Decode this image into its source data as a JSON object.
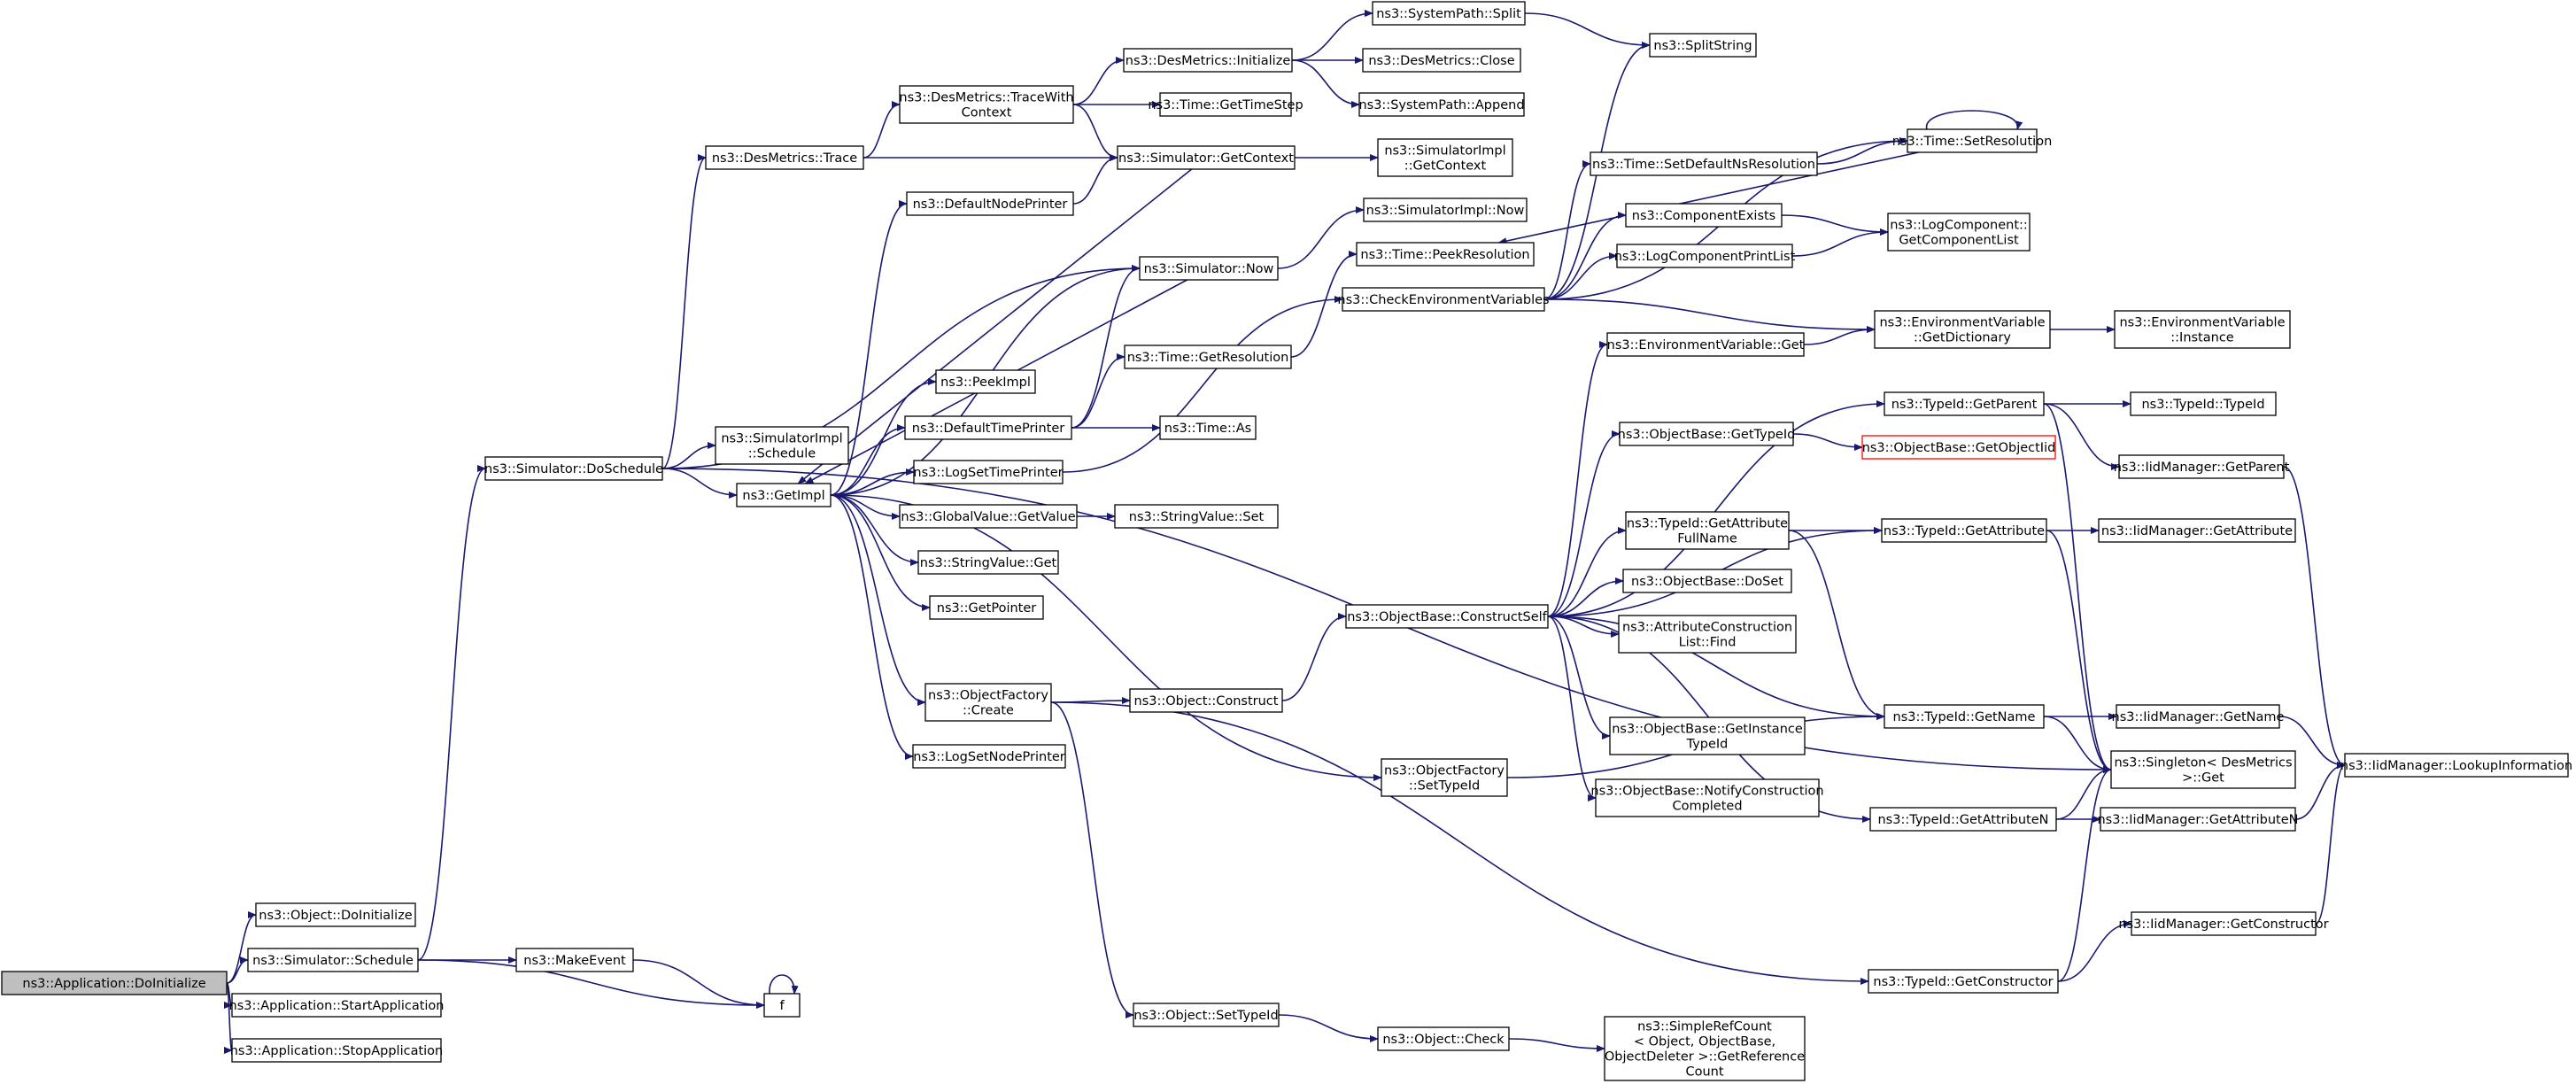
{
  "diagram": {
    "type": "call-graph",
    "nodes": [
      {
        "id": "app_doinit",
        "lines": [
          "ns3::Application::DoInitialize"
        ],
        "style": "root"
      },
      {
        "id": "obj_doinit",
        "lines": [
          "ns3::Object::DoInitialize"
        ]
      },
      {
        "id": "sim_schedule",
        "lines": [
          "ns3::Simulator::Schedule"
        ]
      },
      {
        "id": "app_start",
        "lines": [
          "ns3::Application::StartApplication"
        ]
      },
      {
        "id": "app_stop",
        "lines": [
          "ns3::Application::StopApplication"
        ]
      },
      {
        "id": "sim_dosched",
        "lines": [
          "ns3::Simulator::DoSchedule"
        ]
      },
      {
        "id": "makeevent",
        "lines": [
          "ns3::MakeEvent"
        ]
      },
      {
        "id": "f",
        "lines": [
          "f"
        ]
      },
      {
        "id": "desm_trace",
        "lines": [
          "ns3::DesMetrics::Trace"
        ]
      },
      {
        "id": "simimpl_sched",
        "lines": [
          "ns3::SimulatorImpl",
          "::Schedule"
        ]
      },
      {
        "id": "getimpl",
        "lines": [
          "ns3::GetImpl"
        ]
      },
      {
        "id": "desm_tracewith",
        "lines": [
          "ns3::DesMetrics::TraceWith",
          "Context"
        ]
      },
      {
        "id": "defnodeprinter",
        "lines": [
          "ns3::DefaultNodePrinter"
        ]
      },
      {
        "id": "sim_now",
        "lines": [
          "ns3::Simulator::Now"
        ]
      },
      {
        "id": "peekimpl",
        "lines": [
          "ns3::PeekImpl"
        ]
      },
      {
        "id": "deftimeprinter",
        "lines": [
          "ns3::DefaultTimePrinter"
        ]
      },
      {
        "id": "logsettimeprinter",
        "lines": [
          "ns3::LogSetTimePrinter"
        ]
      },
      {
        "id": "gv_getvalue",
        "lines": [
          "ns3::GlobalValue::GetValue"
        ]
      },
      {
        "id": "sv_get",
        "lines": [
          "ns3::StringValue::Get"
        ]
      },
      {
        "id": "getpointer",
        "lines": [
          "ns3::GetPointer"
        ]
      },
      {
        "id": "of_create",
        "lines": [
          "ns3::ObjectFactory",
          "::Create"
        ]
      },
      {
        "id": "logsetnodeprinter",
        "lines": [
          "ns3::LogSetNodePrinter"
        ]
      },
      {
        "id": "desm_init",
        "lines": [
          "ns3::DesMetrics::Initialize"
        ]
      },
      {
        "id": "time_gettimestep",
        "lines": [
          "ns3::Time::GetTimeStep"
        ]
      },
      {
        "id": "sim_getcontext",
        "lines": [
          "ns3::Simulator::GetContext"
        ]
      },
      {
        "id": "time_getres",
        "lines": [
          "ns3::Time::GetResolution"
        ]
      },
      {
        "id": "time_as",
        "lines": [
          "ns3::Time::As"
        ]
      },
      {
        "id": "sv_set",
        "lines": [
          "ns3::StringValue::Set"
        ]
      },
      {
        "id": "obj_construct",
        "lines": [
          "ns3::Object::Construct"
        ]
      },
      {
        "id": "obj_settypeid",
        "lines": [
          "ns3::Object::SetTypeId"
        ]
      },
      {
        "id": "sp_split",
        "lines": [
          "ns3::SystemPath::Split"
        ]
      },
      {
        "id": "desm_close",
        "lines": [
          "ns3::DesMetrics::Close"
        ]
      },
      {
        "id": "sp_append",
        "lines": [
          "ns3::SystemPath::Append"
        ]
      },
      {
        "id": "simimpl_getctx",
        "lines": [
          "ns3::SimulatorImpl",
          "::GetContext"
        ]
      },
      {
        "id": "simimpl_now",
        "lines": [
          "ns3::SimulatorImpl::Now"
        ]
      },
      {
        "id": "time_peekres",
        "lines": [
          "ns3::Time::PeekResolution"
        ]
      },
      {
        "id": "checkenv",
        "lines": [
          "ns3::CheckEnvironmentVariables"
        ]
      },
      {
        "id": "ob_constructself",
        "lines": [
          "ns3::ObjectBase::ConstructSelf"
        ]
      },
      {
        "id": "of_settypeid",
        "lines": [
          "ns3::ObjectFactory",
          "::SetTypeId"
        ]
      },
      {
        "id": "obj_check",
        "lines": [
          "ns3::Object::Check"
        ]
      },
      {
        "id": "splitstring",
        "lines": [
          "ns3::SplitString"
        ]
      },
      {
        "id": "time_setdefres",
        "lines": [
          "ns3::Time::SetDefaultNsResolution"
        ]
      },
      {
        "id": "compexists",
        "lines": [
          "ns3::ComponentExists"
        ]
      },
      {
        "id": "logcompprintlist",
        "lines": [
          "ns3::LogComponentPrintList"
        ]
      },
      {
        "id": "envvar_get",
        "lines": [
          "ns3::EnvironmentVariable::Get"
        ]
      },
      {
        "id": "ob_gettypeid",
        "lines": [
          "ns3::ObjectBase::GetTypeId"
        ]
      },
      {
        "id": "tid_getattrfull",
        "lines": [
          "ns3::TypeId::GetAttribute",
          "FullName"
        ]
      },
      {
        "id": "ob_doset",
        "lines": [
          "ns3::ObjectBase::DoSet"
        ]
      },
      {
        "id": "acl_find",
        "lines": [
          "ns3::AttributeConstruction",
          "List::Find"
        ]
      },
      {
        "id": "ob_getinsttid",
        "lines": [
          "ns3::ObjectBase::GetInstance",
          "TypeId"
        ]
      },
      {
        "id": "ob_notify",
        "lines": [
          "ns3::ObjectBase::NotifyConstruction",
          "Completed"
        ]
      },
      {
        "id": "simplerefcount",
        "lines": [
          "ns3::SimpleRefCount",
          "< Object, ObjectBase,",
          "ObjectDeleter >::GetReference",
          "Count"
        ]
      },
      {
        "id": "time_setres",
        "lines": [
          "ns3::Time::SetResolution"
        ]
      },
      {
        "id": "logcomp_getlist",
        "lines": [
          "ns3::LogComponent::",
          "GetComponentList"
        ]
      },
      {
        "id": "envvar_getdict",
        "lines": [
          "ns3::EnvironmentVariable",
          "::GetDictionary"
        ]
      },
      {
        "id": "tid_getparent",
        "lines": [
          "ns3::TypeId::GetParent"
        ]
      },
      {
        "id": "ob_getobjectiid",
        "lines": [
          "ns3::ObjectBase::GetObjectIid"
        ],
        "style": "truncated"
      },
      {
        "id": "tid_getattr",
        "lines": [
          "ns3::TypeId::GetAttribute"
        ]
      },
      {
        "id": "tid_getname",
        "lines": [
          "ns3::TypeId::GetName"
        ]
      },
      {
        "id": "singleton_get",
        "lines": [
          "ns3::Singleton< DesMetrics",
          " >::Get"
        ]
      },
      {
        "id": "tid_getattrn",
        "lines": [
          "ns3::TypeId::GetAttributeN"
        ]
      },
      {
        "id": "tid_getctor",
        "lines": [
          "ns3::TypeId::GetConstructor"
        ]
      },
      {
        "id": "envvar_instance",
        "lines": [
          "ns3::EnvironmentVariable",
          "::Instance"
        ]
      },
      {
        "id": "tid_typeid",
        "lines": [
          "ns3::TypeId::TypeId"
        ]
      },
      {
        "id": "iid_getparent",
        "lines": [
          "ns3::IidManager::GetParent"
        ]
      },
      {
        "id": "iid_getattr",
        "lines": [
          "ns3::IidManager::GetAttribute"
        ]
      },
      {
        "id": "iid_getname",
        "lines": [
          "ns3::IidManager::GetName"
        ]
      },
      {
        "id": "iid_getattrn",
        "lines": [
          "ns3::IidManager::GetAttributeN"
        ]
      },
      {
        "id": "iid_getctor",
        "lines": [
          "ns3::IidManager::GetConstructor"
        ]
      },
      {
        "id": "iid_lookup",
        "lines": [
          "ns3::IidManager::LookupInformation"
        ]
      }
    ],
    "edges": [
      [
        "app_doinit",
        "obj_doinit"
      ],
      [
        "app_doinit",
        "sim_schedule"
      ],
      [
        "app_doinit",
        "app_start"
      ],
      [
        "app_doinit",
        "app_stop"
      ],
      [
        "sim_schedule",
        "sim_dosched"
      ],
      [
        "sim_schedule",
        "makeevent"
      ],
      [
        "sim_schedule",
        "f"
      ],
      [
        "makeevent",
        "f"
      ],
      [
        "f",
        "f"
      ],
      [
        "sim_dosched",
        "desm_trace"
      ],
      [
        "sim_dosched",
        "sim_now"
      ],
      [
        "sim_dosched",
        "simimpl_sched"
      ],
      [
        "sim_dosched",
        "getimpl"
      ],
      [
        "sim_dosched",
        "singleton_get"
      ],
      [
        "desm_trace",
        "desm_tracewith"
      ],
      [
        "desm_trace",
        "sim_getcontext"
      ],
      [
        "desm_tracewith",
        "desm_init"
      ],
      [
        "desm_tracewith",
        "time_gettimestep"
      ],
      [
        "desm_tracewith",
        "sim_getcontext"
      ],
      [
        "desm_init",
        "sp_split"
      ],
      [
        "desm_init",
        "desm_close"
      ],
      [
        "desm_init",
        "sp_append"
      ],
      [
        "sp_split",
        "splitstring"
      ],
      [
        "sim_getcontext",
        "simimpl_getctx"
      ],
      [
        "sim_getcontext",
        "getimpl"
      ],
      [
        "getimpl",
        "defnodeprinter"
      ],
      [
        "getimpl",
        "sim_now"
      ],
      [
        "getimpl",
        "peekimpl"
      ],
      [
        "getimpl",
        "deftimeprinter"
      ],
      [
        "getimpl",
        "logsettimeprinter"
      ],
      [
        "getimpl",
        "gv_getvalue"
      ],
      [
        "getimpl",
        "sv_get"
      ],
      [
        "getimpl",
        "getpointer"
      ],
      [
        "getimpl",
        "of_create"
      ],
      [
        "getimpl",
        "logsetnodeprinter"
      ],
      [
        "getimpl",
        "of_settypeid"
      ],
      [
        "defnodeprinter",
        "sim_getcontext"
      ],
      [
        "sim_now",
        "simimpl_now"
      ],
      [
        "sim_now",
        "getimpl"
      ],
      [
        "deftimeprinter",
        "sim_now"
      ],
      [
        "deftimeprinter",
        "time_getres"
      ],
      [
        "deftimeprinter",
        "time_as"
      ],
      [
        "time_getres",
        "time_peekres"
      ],
      [
        "logsettimeprinter",
        "checkenv"
      ],
      [
        "gv_getvalue",
        "sv_set"
      ],
      [
        "of_create",
        "obj_construct"
      ],
      [
        "of_create",
        "obj_settypeid"
      ],
      [
        "of_create",
        "tid_getctor"
      ],
      [
        "obj_construct",
        "ob_constructself"
      ],
      [
        "obj_settypeid",
        "obj_check"
      ],
      [
        "obj_check",
        "simplerefcount"
      ],
      [
        "checkenv",
        "splitstring"
      ],
      [
        "checkenv",
        "time_setdefres"
      ],
      [
        "checkenv",
        "time_setres"
      ],
      [
        "checkenv",
        "compexists"
      ],
      [
        "checkenv",
        "logcompprintlist"
      ],
      [
        "checkenv",
        "envvar_getdict"
      ],
      [
        "time_setdefres",
        "time_setres"
      ],
      [
        "time_setres",
        "time_setres"
      ],
      [
        "time_setres",
        "time_peekres"
      ],
      [
        "compexists",
        "logcomp_getlist"
      ],
      [
        "logcompprintlist",
        "logcomp_getlist"
      ],
      [
        "ob_constructself",
        "envvar_get"
      ],
      [
        "ob_constructself",
        "ob_gettypeid"
      ],
      [
        "ob_constructself",
        "tid_getparent"
      ],
      [
        "ob_constructself",
        "tid_getattrfull"
      ],
      [
        "ob_constructself",
        "tid_getattr"
      ],
      [
        "ob_constructself",
        "ob_doset"
      ],
      [
        "ob_constructself",
        "acl_find"
      ],
      [
        "ob_constructself",
        "tid_getname"
      ],
      [
        "ob_constructself",
        "ob_getinsttid"
      ],
      [
        "ob_constructself",
        "ob_notify"
      ],
      [
        "ob_constructself",
        "tid_getattrn"
      ],
      [
        "envvar_get",
        "envvar_getdict"
      ],
      [
        "envvar_getdict",
        "envvar_instance"
      ],
      [
        "ob_gettypeid",
        "ob_getobjectiid"
      ],
      [
        "tid_getattrfull",
        "tid_getattr"
      ],
      [
        "tid_getattrfull",
        "tid_getname"
      ],
      [
        "tid_getparent",
        "tid_typeid"
      ],
      [
        "tid_getparent",
        "iid_getparent"
      ],
      [
        "tid_getparent",
        "singleton_get"
      ],
      [
        "tid_getattr",
        "iid_getattr"
      ],
      [
        "tid_getattr",
        "singleton_get"
      ],
      [
        "tid_getname",
        "iid_getname"
      ],
      [
        "tid_getname",
        "singleton_get"
      ],
      [
        "of_settypeid",
        "tid_getname"
      ],
      [
        "tid_getattrn",
        "iid_getattrn"
      ],
      [
        "tid_getattrn",
        "singleton_get"
      ],
      [
        "tid_getctor",
        "iid_getctor"
      ],
      [
        "tid_getctor",
        "singleton_get"
      ],
      [
        "iid_getparent",
        "iid_lookup"
      ],
      [
        "iid_getname",
        "iid_lookup"
      ],
      [
        "iid_getattrn",
        "iid_lookup"
      ],
      [
        "iid_getctor",
        "iid_lookup"
      ]
    ]
  }
}
